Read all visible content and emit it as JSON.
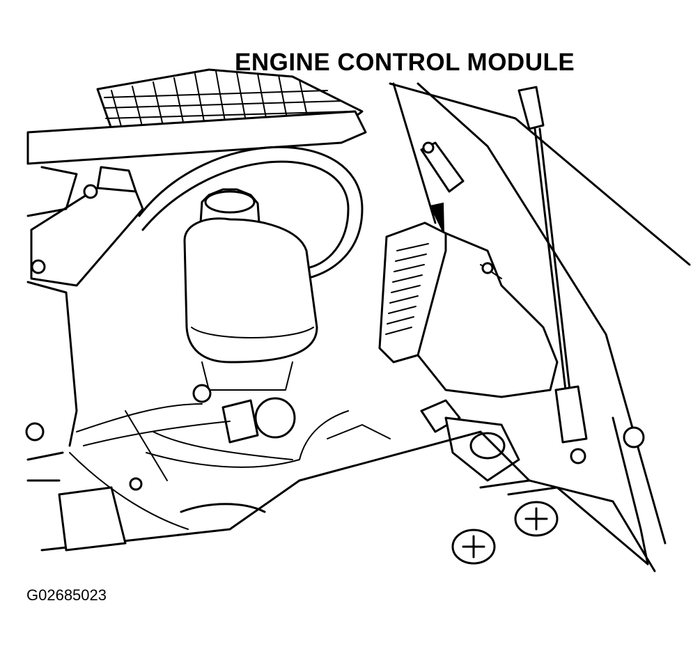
{
  "labels": {
    "callout": "ENGINE CONTROL MODULE",
    "figure_id": "G02685023"
  },
  "icons": {
    "terminal_positive": "plus-symbol"
  }
}
